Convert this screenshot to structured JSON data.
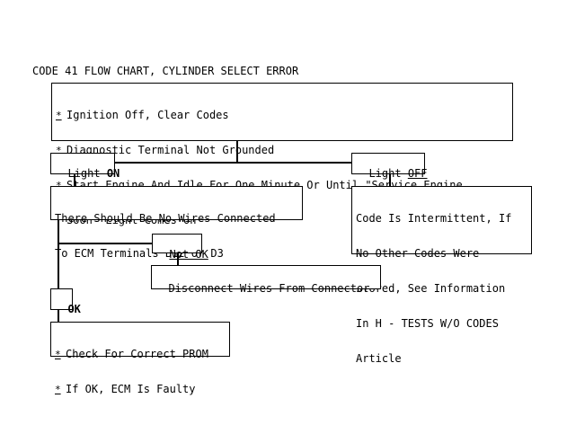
{
  "title": "CODE 41 FLOW CHART, CYLINDER SELECT ERROR",
  "bullet": "*",
  "box1": {
    "lines": [
      "Ignition Off, Clear Codes",
      "Diagnostic Terminal Not Grounded",
      "Start Engine And Idle For One Minute Or Until \"Service Engine",
      "Soon\" Light Comes On"
    ]
  },
  "light_on": {
    "prefix": "Light ",
    "state": "ON"
  },
  "light_off": {
    "prefix": "Light ",
    "state": "OFF"
  },
  "box_wires": {
    "lines": [
      "There Should Be No Wires Connected",
      "To ECM Terminals B12 Or D3"
    ]
  },
  "box_intermittent": {
    "lines": [
      "Code Is Intermittent, If",
      "No Other Codes Were",
      "Stored, See Information",
      "In H - TESTS W/O CODES",
      "Article"
    ]
  },
  "not_ok": "Not OK",
  "disconnect": "Disconnect Wires From Connector",
  "ok": "OK",
  "box_final": {
    "lines": [
      "Check For Correct PROM",
      "If OK, ECM Is Faulty"
    ]
  }
}
